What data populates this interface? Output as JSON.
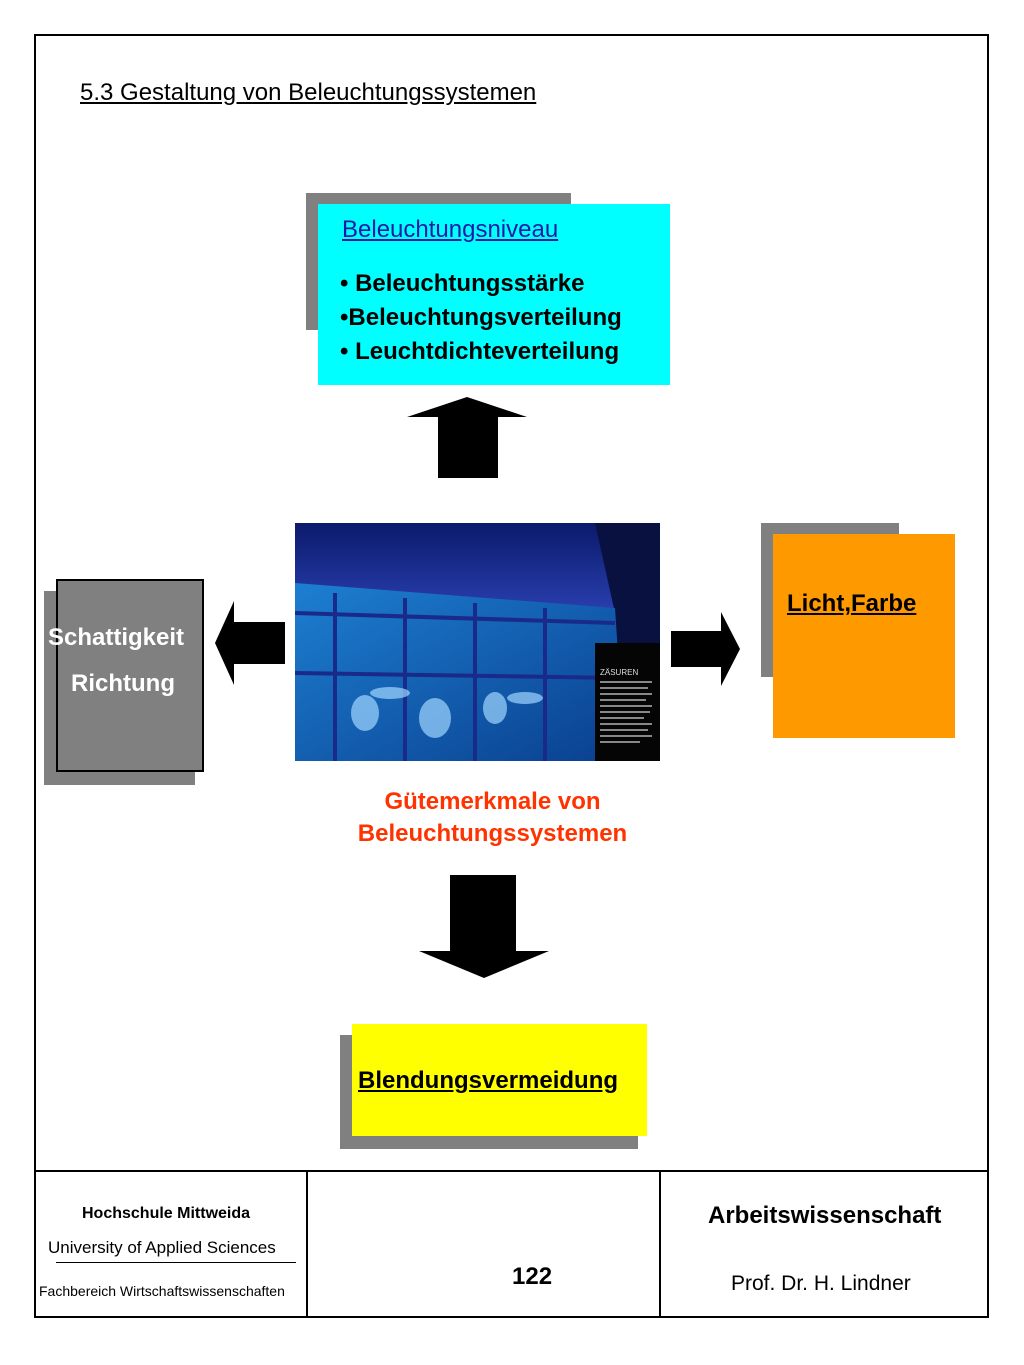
{
  "page": {
    "title": "5.3 Gestaltung von Beleuchtungssystemen"
  },
  "diagram": {
    "niveau": {
      "heading": "Beleuchtungsniveau",
      "items": [
        "• Beleuchtungsstärke",
        "•Beleuchtungsverteilung",
        "• Leuchtdichteverteilung"
      ]
    },
    "schattigkeit": {
      "line1": "Schattigkeit",
      "line2": "Richtung"
    },
    "licht_farbe": "Licht,Farbe",
    "blendung": "Blendungsvermeidung",
    "center_caption": {
      "line1": "Gütemerkmale von",
      "line2": "Beleuchtungssystemen"
    },
    "photo_text": "ZÄSUREN"
  },
  "colors": {
    "niveau_box": "#00ffff",
    "licht_box": "#ff9900",
    "blend_box": "#ffff00",
    "schatt_box": "#808080",
    "caption": "#ff3300",
    "heading_link": "#1a1aa6"
  },
  "footer": {
    "school": "Hochschule Mittweida",
    "university": "University of Applied Sciences",
    "department": "Fachbereich Wirtschaftswissenschaften",
    "page_number": "122",
    "subject": "Arbeitswissenschaft",
    "author": "Prof. Dr. H. Lindner"
  }
}
